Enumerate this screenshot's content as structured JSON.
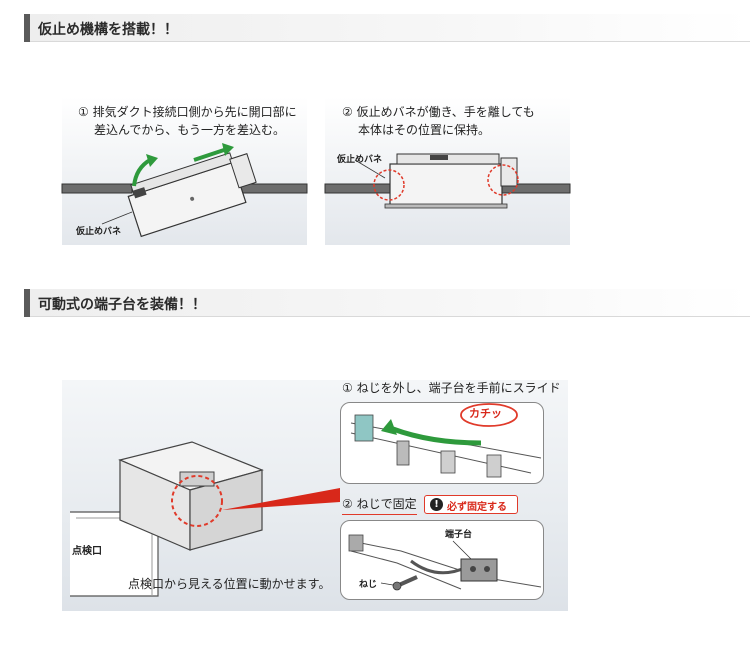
{
  "sections": [
    {
      "title": "仮止め機構を搭載！！",
      "steps": [
        {
          "line1": "① 排気ダクト接続口側から先に開口部に",
          "line2": "差込んでから、もう一方を差込む。",
          "label": "仮止めバネ"
        },
        {
          "line1": "② 仮止めバネが働き、手を離しても",
          "line2": "本体はその位置に保持。",
          "label": "仮止めバネ"
        }
      ]
    },
    {
      "title": "可動式の端子台を装備！！",
      "main_caption": "点検口から見える位置に動かせます。",
      "inspection_label": "点検口",
      "step1": "① ねじを外し、端子台を手前にスライド",
      "click_sound": "カチッ",
      "step2": "② ねじで固定",
      "warning": "必ず固定する",
      "terminal_label": "端子台",
      "screw_label": "ねじ"
    }
  ],
  "colors": {
    "arrow_green": "#2e9a3c",
    "warning_red": "#d8281a",
    "header_bar": "#5a5a5a"
  }
}
